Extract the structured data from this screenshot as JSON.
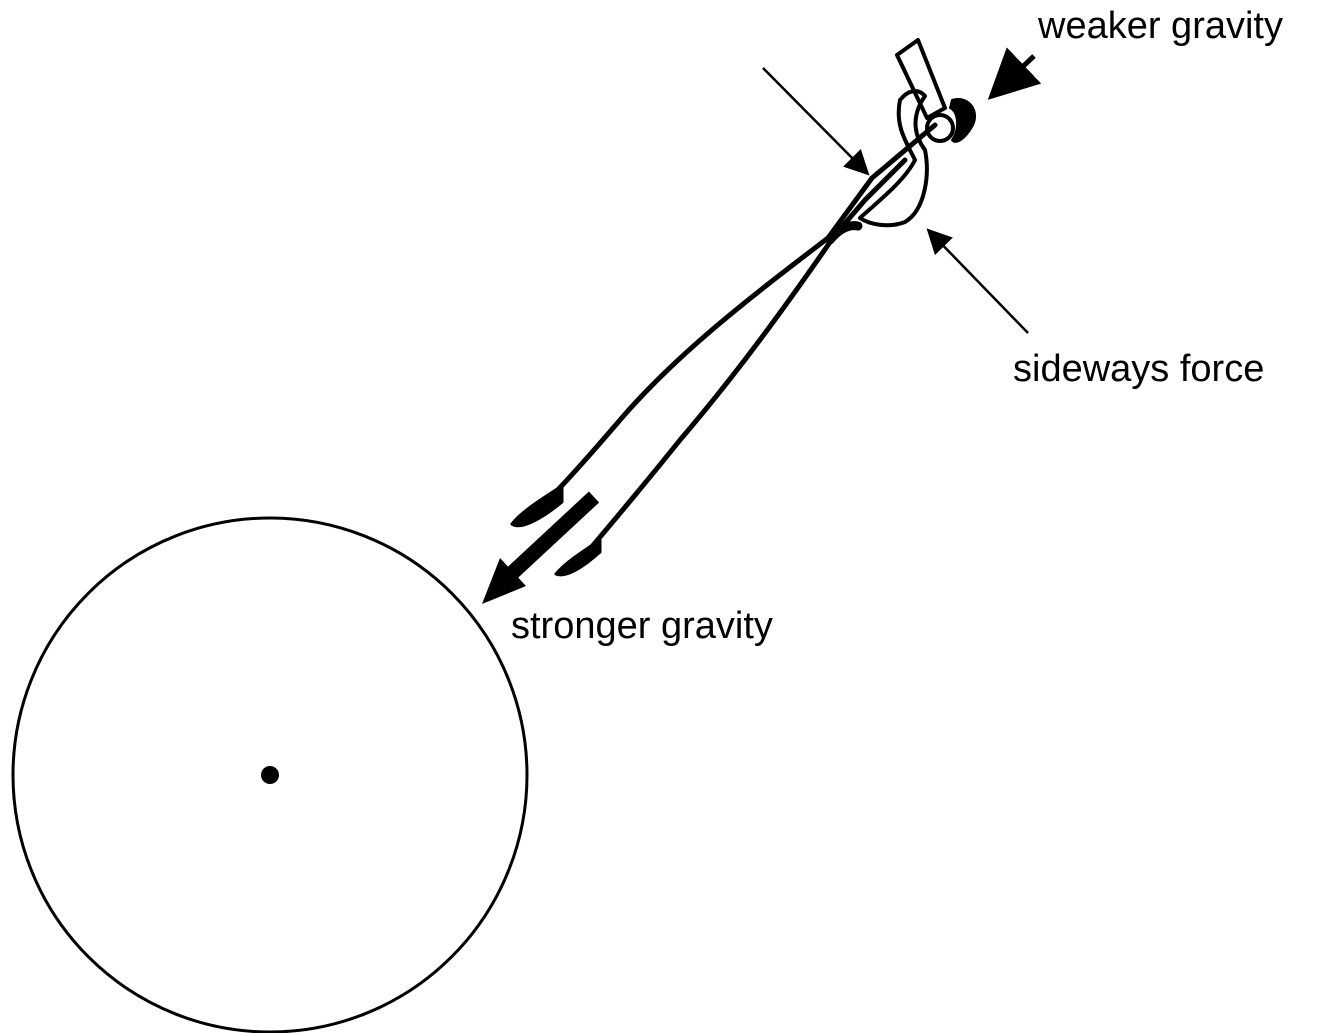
{
  "labels": {
    "weaker": "weaker gravity",
    "sideways": "sideways force",
    "stronger": "stronger gravity"
  },
  "colors": {
    "ink": "#000000",
    "background": "#ffffff"
  },
  "icons": {
    "planet": "circle-with-center-dot",
    "figure": "stretched-astronaut-figure"
  }
}
